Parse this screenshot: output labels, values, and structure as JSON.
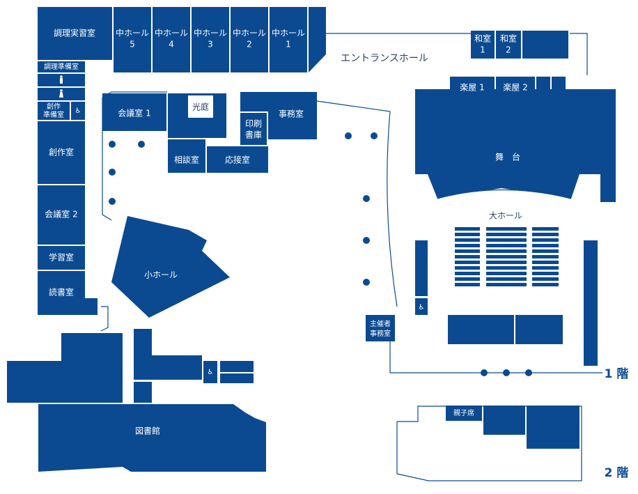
{
  "colors": {
    "room": "#0b4a91",
    "wall": "#0b4a91",
    "text_dark": "#2a3f6a",
    "floor_label": "#0b4a91"
  },
  "rooms": {
    "cooking_room": "調理実習室",
    "cooking_prep": "調理準備室",
    "mid_hall_5_a": "中ホール",
    "mid_hall_5_b": "5",
    "mid_hall_4_a": "中ホール",
    "mid_hall_4_b": "4",
    "mid_hall_3_a": "中ホール",
    "mid_hall_3_b": "3",
    "mid_hall_2_a": "中ホール",
    "mid_hall_2_b": "2",
    "mid_hall_1_a": "中ホール",
    "mid_hall_1_b": "1",
    "japanese_1_a": "和室",
    "japanese_1_b": "1",
    "japanese_2_a": "和室",
    "japanese_2_b": "2",
    "entrance_hall": "エントランスホール",
    "green_room_1": "楽屋 1",
    "green_room_2": "楽屋 2",
    "meeting_1": "会議室 1",
    "courtyard": "光庭",
    "print_a": "印刷",
    "print_b": "書庫",
    "office": "事務室",
    "consult": "相談室",
    "reception": "応接室",
    "creative_prep_a": "創作",
    "creative_prep_b": "準備室",
    "creative": "創作室",
    "meeting_2": "会議室 2",
    "study": "学習室",
    "reading": "読書室",
    "small_hall": "小ホール",
    "stage": "舞　台",
    "main_hall": "大ホール",
    "organizer_a": "主催者",
    "organizer_b": "事務室",
    "library": "図書館",
    "parent_child": "親子席"
  },
  "floors": {
    "first": "1 階",
    "second": "2 階"
  },
  "icons": [
    "restroom-male-icon",
    "restroom-female-icon",
    "accessible-icon"
  ]
}
